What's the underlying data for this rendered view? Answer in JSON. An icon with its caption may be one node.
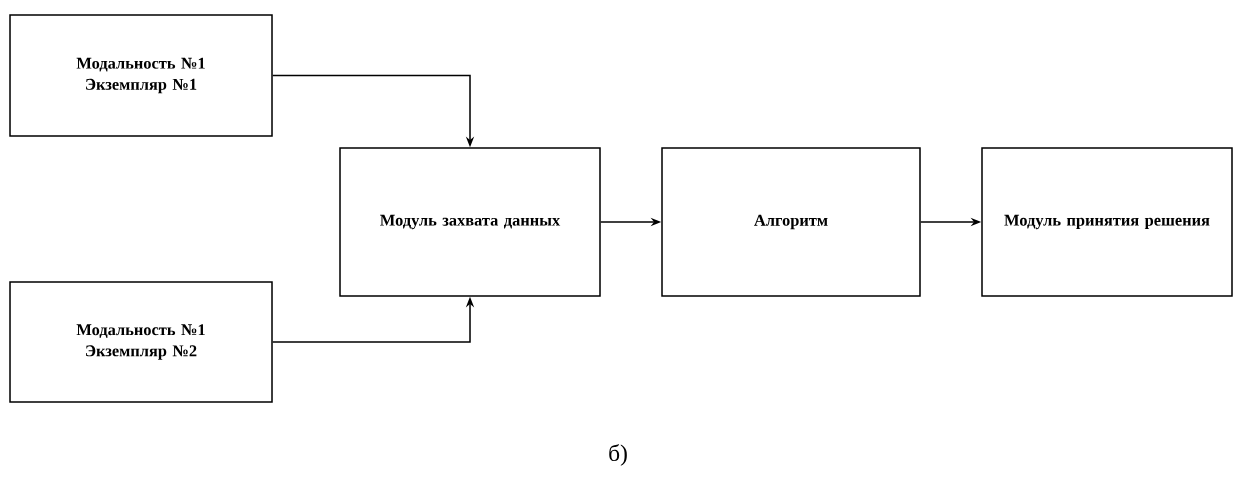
{
  "diagram": {
    "caption": "б)",
    "nodes": [
      {
        "text": [
          "Модальность №1 Экземпляр №1"
        ]
      },
      {
        "text": [
          "Модальность №1 Экземпляр №2"
        ]
      },
      {
        "text": [
          "Модуль захвата данных"
        ]
      },
      {
        "text": [
          "Алгоритм"
        ]
      },
      {
        "text": [
          "Модуль принятия решения"
        ]
      }
    ],
    "edges": [
      {
        "from": 0,
        "to": 2,
        "arrow": "to"
      },
      {
        "from": 1,
        "to": 2,
        "arrow": "to"
      },
      {
        "from": 2,
        "to": 3,
        "arrow": "to"
      },
      {
        "from": 3,
        "to": 4,
        "arrow": "to"
      }
    ]
  }
}
